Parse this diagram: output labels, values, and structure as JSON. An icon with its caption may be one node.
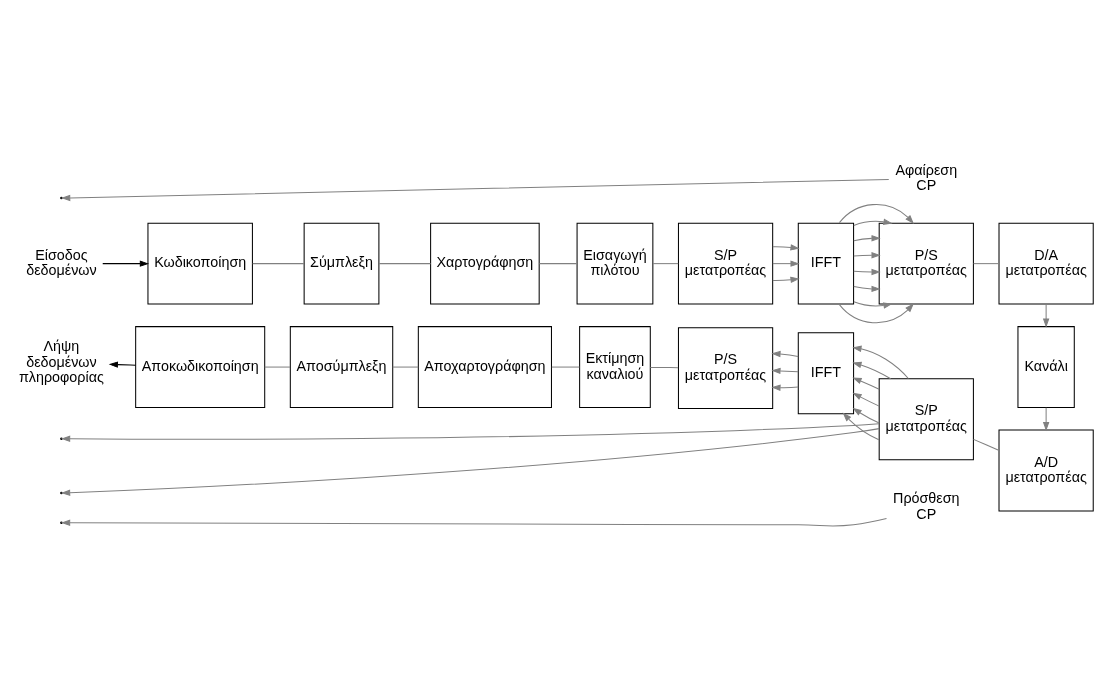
{
  "diagram": {
    "nodes": [
      {
        "text": [
          "Είσοδος δεδομένων"
        ]
      },
      {
        "text": [
          "Κωδικοποίηση"
        ]
      },
      {
        "text": [
          "Σύμπλεξη"
        ]
      },
      {
        "text": [
          "Χαρτογράφηση"
        ]
      },
      {
        "text": [
          "Εισαγωγή πιλότου"
        ]
      },
      {
        "text": [
          "S/P μετατροπέας"
        ]
      },
      {
        "text": [
          "IFFT"
        ]
      },
      {
        "text": [
          "P/S μετατροπέας"
        ]
      },
      {
        "text": [
          "D/A μετατροπέας"
        ]
      },
      {
        "text": [
          "Κανάλι"
        ]
      },
      {
        "text": [
          "A/D μετατροπέας"
        ]
      },
      {
        "text": [
          "S/P μετατροπέας"
        ]
      },
      {
        "text": [
          "IFFT"
        ]
      },
      {
        "text": [
          "P/S μετατροπέας"
        ]
      },
      {
        "text": [
          "Εκτίμηση καναλιού"
        ]
      },
      {
        "text": [
          "Αποχαρτογράφηση"
        ]
      },
      {
        "text": [
          "Αποσύμπλεξη"
        ]
      },
      {
        "text": [
          "Αποκωδικοποίηση"
        ]
      },
      {
        "text": [
          "Λήψη δεδομένων πληροφορίας"
        ]
      },
      {
        "text": [
          "Πρόσθεση CP"
        ]
      },
      {
        "text": [
          "Αφαίρεση CP"
        ]
      }
    ],
    "edges": [
      {
        "from": 0,
        "to": 1,
        "arrow": "to",
        "color": "#000000"
      },
      {
        "from": 1,
        "to": 2,
        "arrow": "none"
      },
      {
        "from": 2,
        "to": 3,
        "arrow": "none"
      },
      {
        "from": 3,
        "to": 4,
        "arrow": "none"
      },
      {
        "from": 4,
        "to": 5,
        "arrow": "none"
      },
      {
        "from": 5,
        "to": 6,
        "arrow": "to"
      },
      {
        "from": 5,
        "to": 6,
        "arrow": "to"
      },
      {
        "from": 5,
        "to": 6,
        "arrow": "to"
      },
      {
        "from": 6,
        "to": 7,
        "arrow": "to"
      },
      {
        "from": 6,
        "to": 7,
        "arrow": "to"
      },
      {
        "from": 6,
        "to": 7,
        "arrow": "to"
      },
      {
        "from": 6,
        "to": 7,
        "arrow": "to"
      },
      {
        "from": 6,
        "to": 7,
        "arrow": "to"
      },
      {
        "from": 6,
        "to": 7,
        "arrow": "to"
      },
      {
        "from": 6,
        "to": 7,
        "arrow": "to"
      },
      {
        "from": 6,
        "to": 7,
        "arrow": "to"
      },
      {
        "from": 19,
        "to": null,
        "arrow": "to"
      },
      {
        "from": 7,
        "to": 8,
        "arrow": "none"
      },
      {
        "from": 8,
        "to": 9,
        "arrow": "to"
      },
      {
        "from": 9,
        "to": 10,
        "arrow": "to"
      },
      {
        "from": 10,
        "to": 11,
        "arrow": "none"
      },
      {
        "from": 11,
        "to": null,
        "arrow": "to"
      },
      {
        "from": 11,
        "to": null,
        "arrow": "to"
      },
      {
        "from": 20,
        "to": null,
        "arrow": "to"
      },
      {
        "from": 11,
        "to": 12,
        "arrow": "to"
      },
      {
        "from": 11,
        "to": 12,
        "arrow": "to"
      },
      {
        "from": 11,
        "to": 12,
        "arrow": "to"
      },
      {
        "from": 11,
        "to": 12,
        "arrow": "to"
      },
      {
        "from": 11,
        "to": 12,
        "arrow": "to"
      },
      {
        "from": 11,
        "to": 12,
        "arrow": "to"
      },
      {
        "from": 12,
        "to": 13,
        "arrow": "to"
      },
      {
        "from": 12,
        "to": 13,
        "arrow": "to"
      },
      {
        "from": 12,
        "to": 13,
        "arrow": "to"
      },
      {
        "from": 13,
        "to": 14,
        "arrow": "none"
      },
      {
        "from": 14,
        "to": 15,
        "arrow": "none"
      },
      {
        "from": 15,
        "to": 16,
        "arrow": "none"
      },
      {
        "from": 16,
        "to": 17,
        "arrow": "none"
      },
      {
        "from": 17,
        "to": 18,
        "arrow": "to",
        "color": "#000000"
      }
    ]
  }
}
